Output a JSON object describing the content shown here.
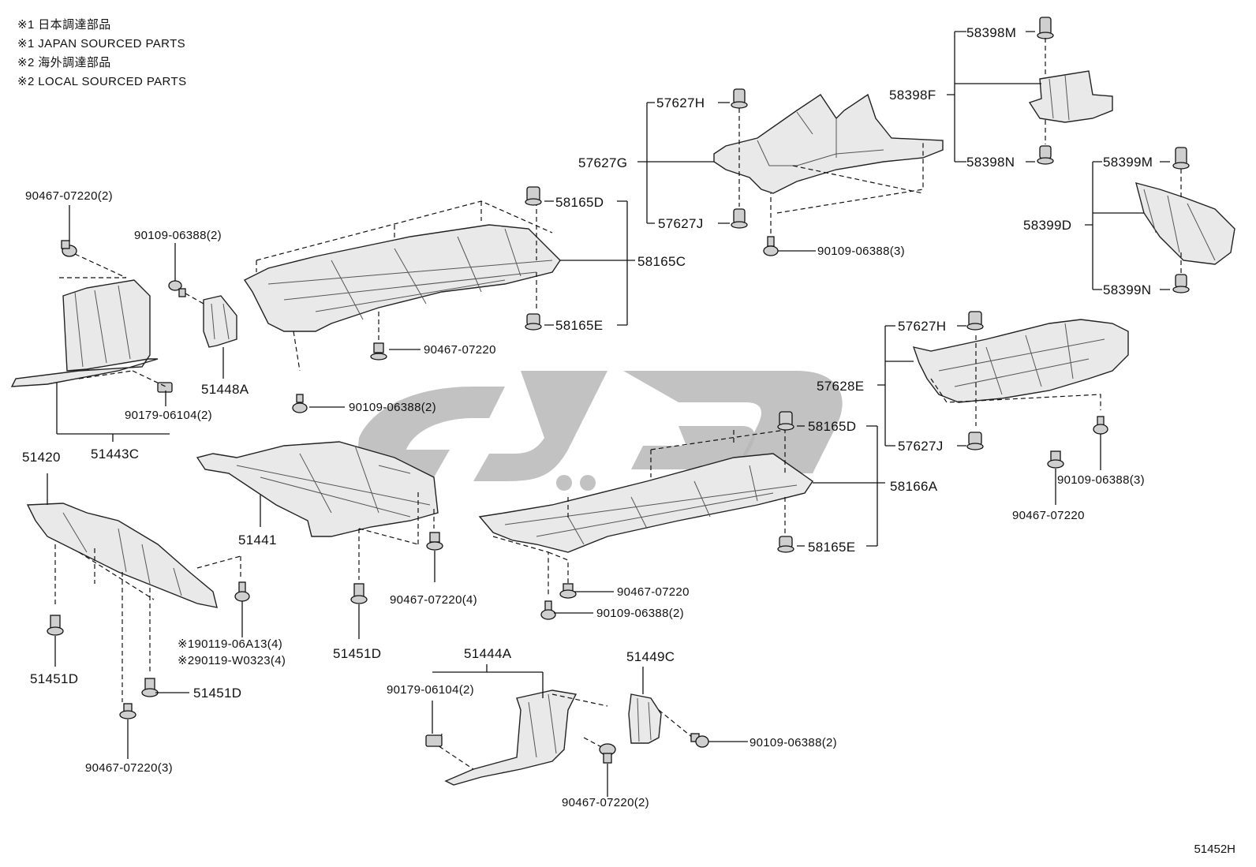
{
  "legend": [
    "※1 日本調達部品",
    "※1 JAPAN SOURCED PARTS",
    "※2 海外調達部品",
    "※2 LOCAL SOURCED PARTS"
  ],
  "diagram_id": "51452H",
  "labels": {
    "l58398M": "58398M",
    "l58398F": "58398F",
    "l58398N": "58398N",
    "l57627H_top": "57627H",
    "l57627G": "57627G",
    "l57627J_top": "57627J",
    "l90109_top": "90109-06388(3)",
    "l58399M": "58399M",
    "l58399D": "58399D",
    "l58399N": "58399N",
    "l90467_2_topleft": "90467-07220(2)",
    "l90109_2_left": "90109-06388(2)",
    "l58165D_top": "58165D",
    "l58165C": "58165C",
    "l58165E_top": "58165E",
    "l90467_mid_top": "90467-07220",
    "l90109_2_mid": "90109-06388(2)",
    "l51448A": "51448A",
    "l90179_left": "90179-06104(2)",
    "l51443C": "51443C",
    "l51420": "51420",
    "l51441": "51441",
    "l57627H_right": "57627H",
    "l57628E": "57628E",
    "l57627J_right": "57627J",
    "l58165D_right": "58165D",
    "l58166A": "58166A",
    "l58165E_right": "58165E",
    "l90109_3_right": "90109-06388(3)",
    "l90467_right": "90467-07220",
    "l90467_4": "90467-07220(4)",
    "l90467_lower": "90467-07220",
    "l90109_2_lower": "90109-06388(2)",
    "l51451D_mid": "51451D",
    "l51451D_left": "51451D",
    "l51451D_left2": "51451D",
    "l190119": "※190119-06A13(4)",
    "l290119": "※290119-W0323(4)",
    "l90467_3": "90467-07220(3)",
    "l51444A": "51444A",
    "l90179_bottom": "90179-06104(2)",
    "l51449C": "51449C",
    "l90109_2_bottom": "90109-06388(2)",
    "l90467_2_bottom": "90467-07220(2)"
  }
}
